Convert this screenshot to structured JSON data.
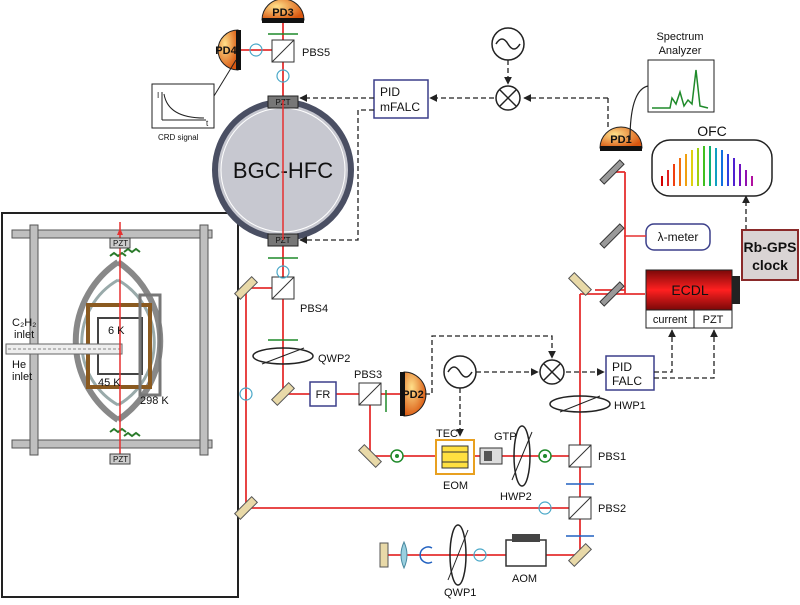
{
  "labels": {
    "pd3": "PD3",
    "pd4": "PD4",
    "pd1": "PD1",
    "pd2": "PD2",
    "pbs5": "PBS5",
    "pbs4": "PBS4",
    "pbs3": "PBS3",
    "pbs1": "PBS1",
    "pbs2": "PBS2",
    "cavity": "BGC-HFC",
    "pzt_top": "PZT",
    "pzt_bottom": "PZT",
    "pid_mfalc_line1": "PID",
    "pid_mfalc_line2": "mFALC",
    "pid_falc_line1": "PID",
    "pid_falc_line2": "FALC",
    "spectrum_line1": "Spectrum",
    "spectrum_line2": "Analyzer",
    "ofc": "OFC",
    "lambda_meter": "λ-meter",
    "rbgps_line1": "Rb-GPS",
    "rbgps_line2": "clock",
    "ecdl": "ECDL",
    "current": "current",
    "pzt_ecdl": "PZT",
    "qwp2": "QWP2",
    "qwp1": "QWP1",
    "hwp1": "HWP1",
    "hwp2": "HWP2",
    "fr": "FR",
    "tec": "TEC",
    "gtp": "GTP",
    "eom": "EOM",
    "aom": "AOM",
    "crd_signal": "CRD signal",
    "crd_axis_i": "I",
    "crd_axis_t": "t",
    "inset_pzt_top": "PZT",
    "inset_pzt_bottom": "PZT",
    "inset_c2h2": "C₂H₂",
    "inset_inlet1": "inlet",
    "inset_he": "He",
    "inset_inlet2": "inlet",
    "inset_6k": "6 K",
    "inset_45k": "45 K",
    "inset_298k": "298 K"
  },
  "colors": {
    "beam": "#e53030",
    "feedback": "#222222",
    "cavity_fill": "#c7c8d0",
    "cavity_ring": "#4a4f63",
    "pid_border": "#3b3f8a",
    "clock_fill": "#d9d4d4",
    "clock_border": "#8a2a2a",
    "mirror": "#e8d9a8",
    "photodiode": "#e87a1c",
    "green_arrow": "#1f8a2a",
    "blue_arrow": "#2060c0",
    "ecdl_red": "#c01818"
  }
}
